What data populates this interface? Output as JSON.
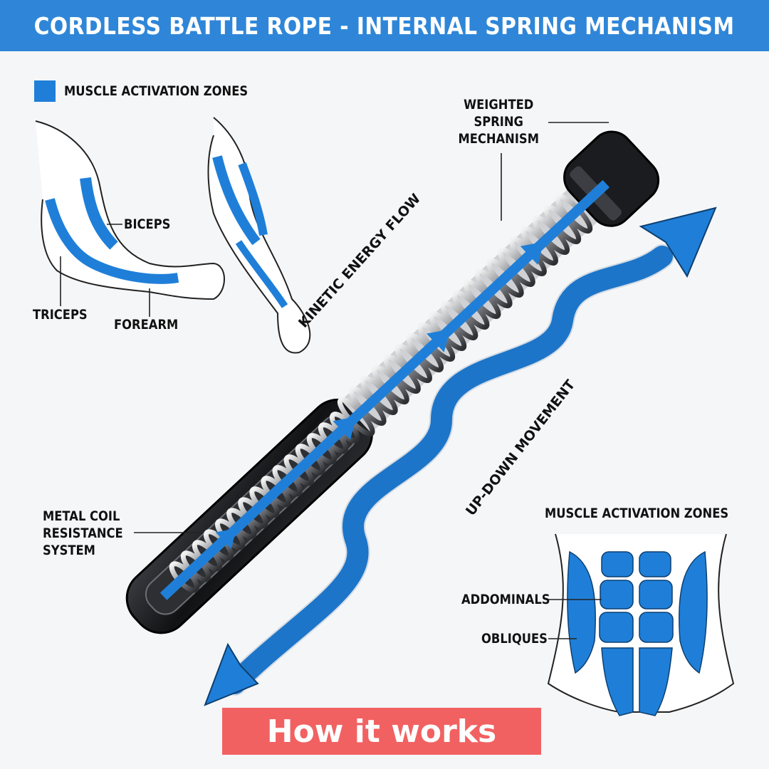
{
  "header": {
    "title": "CORDLESS BATTLE ROPE - INTERNAL SPRING MECHANISM"
  },
  "legend_top": {
    "label": "MUSCLE ACTIVATION ZONES",
    "color": "#1f7fd8"
  },
  "arm_labels": {
    "biceps": "BICEPS",
    "triceps": "TRICEPS",
    "forearm": "FOREARM"
  },
  "device_labels": {
    "weighted_spring": "WEIGHTED\nSPRING\nMECHANISM",
    "kinetic_flow": "KINETIC ENERGY FLOW",
    "up_down": "UP-DOWN MOVEMENT",
    "metal_coil": "METAL COIL\nRESISTANCE\nSYSTEM"
  },
  "torso": {
    "title": "MUSCLE ACTIVATION ZONES",
    "abdominals": "ADDOMINALS",
    "obliques": "OBLIQUES"
  },
  "cta": {
    "label": "How it works"
  },
  "colors": {
    "header_bg": "#2f86d8",
    "accent_blue": "#1f7fd8",
    "cta_bg": "#f15a5a",
    "device_black": "#1b1c1f"
  }
}
